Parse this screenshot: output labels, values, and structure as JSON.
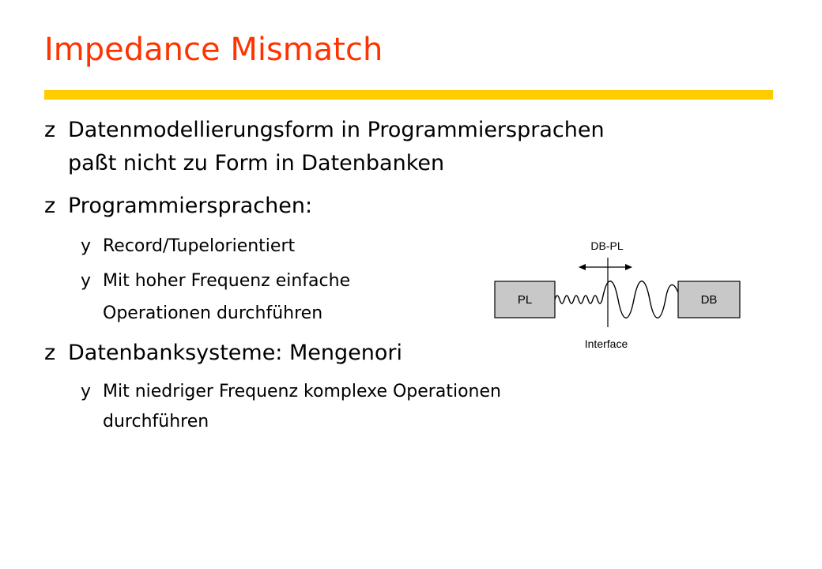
{
  "slide": {
    "title": "Impedance Mismatch",
    "bullets": [
      {
        "marker": "z",
        "lines": [
          "Datenmodellierungsform in Programmiersprachen",
          "paßt nicht zu Form in Datenbanken"
        ]
      },
      {
        "marker": "z",
        "lines": [
          "Programmiersprachen:"
        ]
      },
      {
        "marker": "y",
        "lines": [
          "Record/Tupelorientiert"
        ]
      },
      {
        "marker": "y",
        "lines": [
          "Mit hoher Frequenz einfache",
          "Operationen durchführen"
        ]
      },
      {
        "marker": "z",
        "lines": [
          "Datenbanksysteme: Mengenori"
        ]
      },
      {
        "marker": "y",
        "lines": [
          "Mit niedriger Frequenz komplexe Operationen",
          "durchführen"
        ]
      }
    ]
  },
  "diagram": {
    "top_label": "DB-PL",
    "left_box": "PL",
    "right_box": "DB",
    "bottom_label": "Interface"
  },
  "colors": {
    "title": "#ff3300",
    "rule": "#ffcc00",
    "box_fill": "#c8c8c8"
  }
}
